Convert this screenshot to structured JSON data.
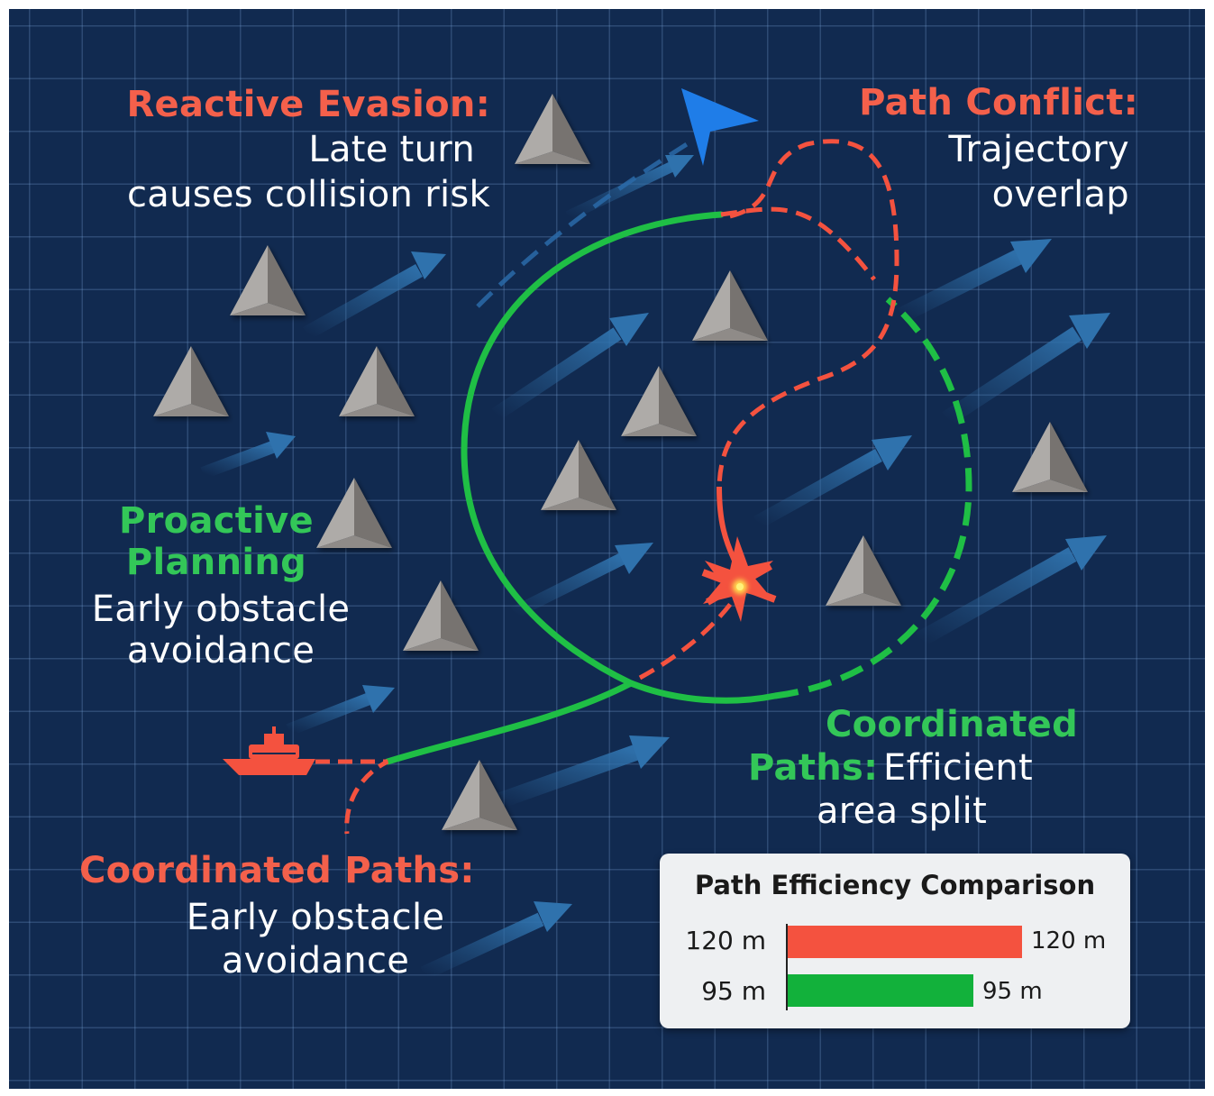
{
  "labels": {
    "reactive_title": "Reactive Evasion:",
    "reactive_line1": "Late turn",
    "reactive_line2": "causes collision risk",
    "conflict_title": "Path Conflict:",
    "conflict_line1": "Trajectory",
    "conflict_line2": "overlap",
    "proactive_title1": "Proactive",
    "proactive_title2": "Planning",
    "proactive_line1": "Early obstacle",
    "proactive_line2": "avoidance",
    "coordinated_title1": "Coordinated",
    "coordinated_title2": "Paths:",
    "coordinated_line1": "Efficient",
    "coordinated_line2": "area split",
    "coordinated_red_title": "Coordinated Paths:",
    "coordinated_red_line1": "Early obstacle",
    "coordinated_red_line2": "avoidance"
  },
  "chart_data": {
    "type": "bar",
    "title": "Path Efficiency Comparison",
    "categories": [
      "120 m",
      "95 m"
    ],
    "values": [
      120,
      95
    ],
    "value_labels": [
      "120 m",
      "95 m"
    ],
    "colors": [
      "#f4523f",
      "#12b13b"
    ],
    "unit": "m"
  },
  "colors": {
    "background": "#112a50",
    "reactive": "#f4604b",
    "proactive": "#33c758",
    "current_arrows": "#2d6aa0",
    "obstacle": "#8a8785",
    "drone": "#1f7de8"
  },
  "icons": [
    "obstacle-pyramid-icon",
    "current-arrow-icon",
    "boat-icon",
    "collision-burst-icon",
    "drone-arrow-icon"
  ]
}
